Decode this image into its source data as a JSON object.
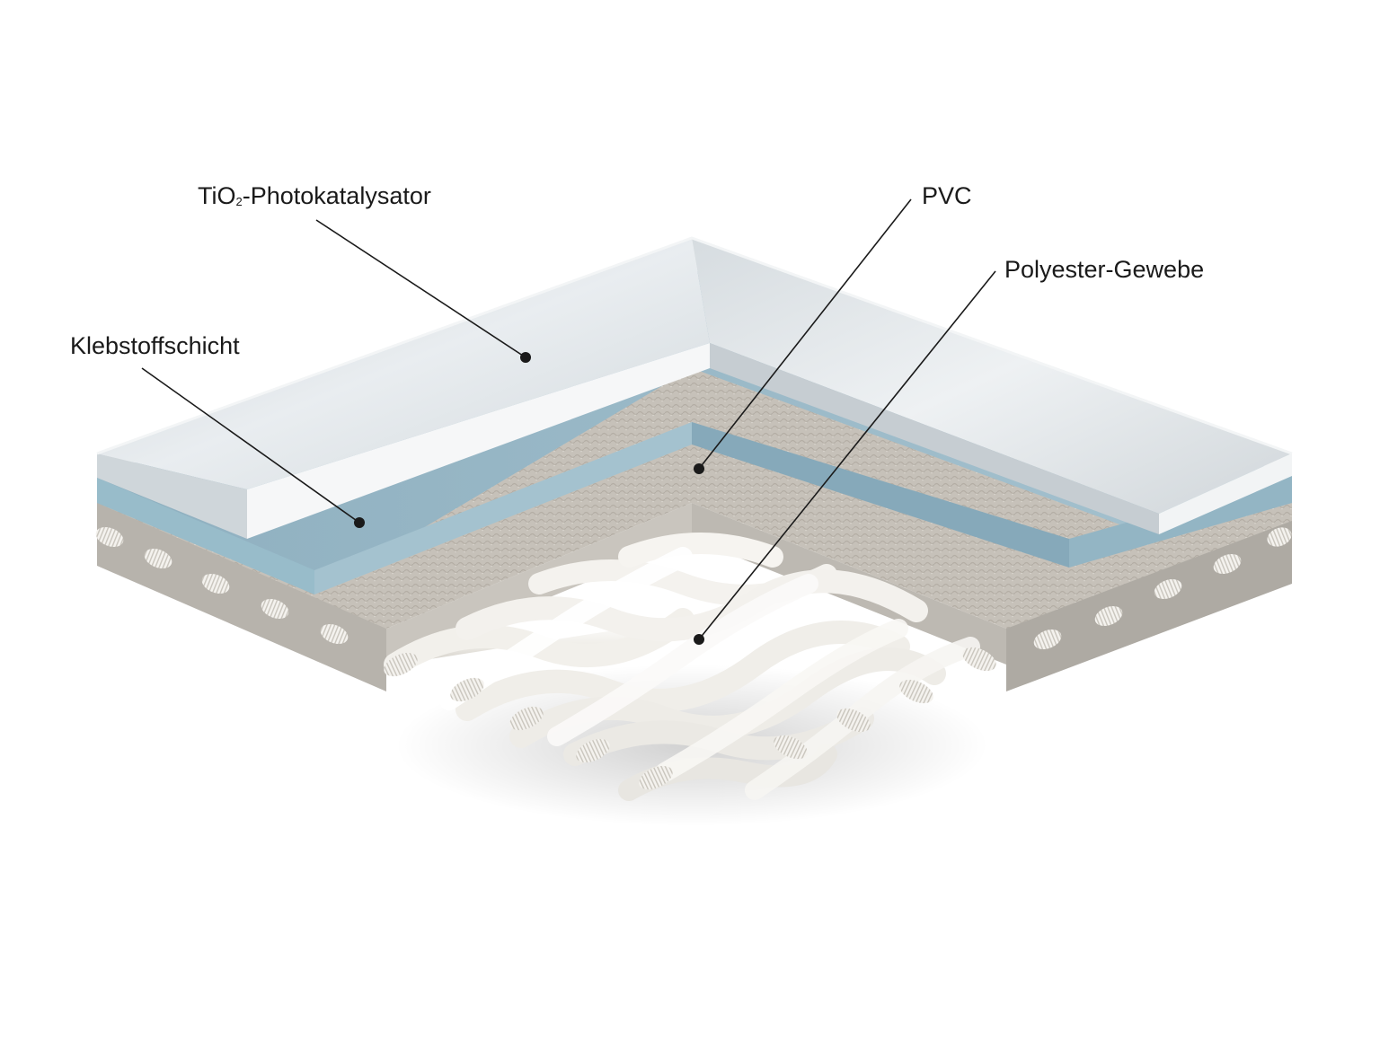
{
  "labels": {
    "tio2_prefix": "TiO",
    "tio2_subscript": "2",
    "tio2_suffix": "-Photokatalysator",
    "klebstoff": "Klebstoffschicht",
    "pvc": "PVC",
    "polyester": "Polyester-Gewebe"
  },
  "colors": {
    "background": "#ffffff",
    "tio2_layer": "#d6dce0",
    "adhesive_layer": "#9dbccb",
    "pvc_layer": "#b8b3aa",
    "fabric": "#f1efea",
    "leader_line": "#1a1a1a"
  }
}
